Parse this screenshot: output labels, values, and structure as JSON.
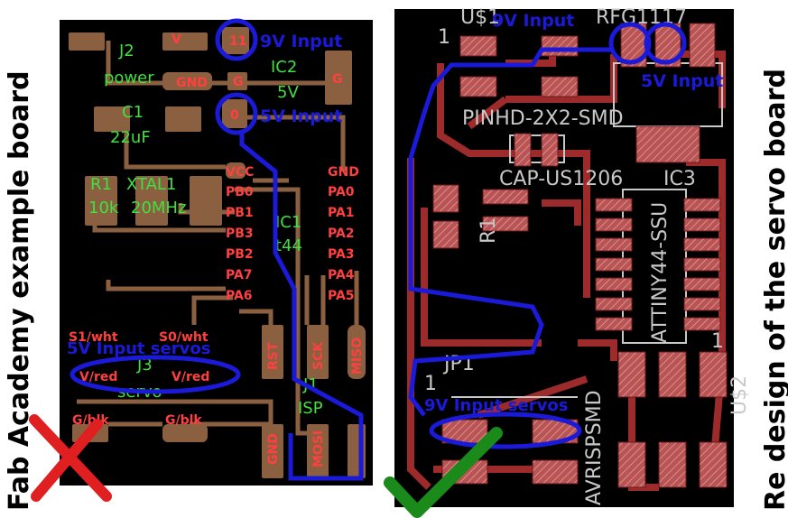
{
  "captions": {
    "left": "Fab Academy example board",
    "right": "Re design of the servo board"
  },
  "left_board": {
    "labels": {
      "j2": "J2",
      "power": "power",
      "gnd": "GND",
      "ic2": "IC2",
      "v5": "5V",
      "c1": "C1",
      "c1_val": "22uF",
      "r1": "R1",
      "xtal1": "XTAL1",
      "r1_val": "10k",
      "xtal_val": "20MHz",
      "ic1": "IC1",
      "ic1_part": "t44",
      "vcc": "VCC",
      "pb0": "PB0",
      "pb1": "PB1",
      "pb3": "PB3",
      "pb2": "PB2",
      "pa7": "PA7",
      "pa6": "PA6",
      "gnd2": "GND",
      "pa0": "PA0",
      "pa1": "PA1",
      "pa2": "PA2",
      "pa3": "PA3",
      "pa4": "PA4",
      "pa5": "PA5",
      "s1": "S1/wht",
      "s0": "S0/wht",
      "j3": "J3",
      "vred1": "V/red",
      "vred2": "V/red",
      "servo": "servo",
      "gblk1": "G/blk",
      "gblk2": "G/blk",
      "j1": "J1",
      "isp": "ISP",
      "rst": "RST",
      "sck": "SCK",
      "miso": "MISO",
      "mosi": "MOSI",
      "gnd3": "GND",
      "v_pad": "V",
      "g_pad1": "G",
      "g_pad2": "G",
      "pad_11": "11",
      "pad_0": "0"
    },
    "annotations": {
      "in9v": "9V Input",
      "in5v": "5V Input",
      "servos5v": "5V Input servos"
    }
  },
  "right_board": {
    "labels": {
      "us1": "U$1",
      "one_a": "1",
      "rfg": "RFG1117",
      "pinhd": "PINHD-2X2-SMD",
      "cap": "CAP-US1206",
      "ic3": "IC3",
      "r1": "R1",
      "attiny": "ATTINY44-SSU",
      "jp1": "JP1",
      "one_b": "1",
      "avrisp": "AVRISPSMD",
      "us2": "U$2",
      "one_c": "1"
    },
    "annotations": {
      "in9v": "9V Input",
      "in5v": "5V Input",
      "servos9v": "9V Input servos"
    }
  },
  "colors": {
    "board_bg": "#000000",
    "trace_left": "#8b6040",
    "trace_right": "#9e2b2b",
    "pad_right": "#b85454",
    "annotation_blue": "#1a1ad8",
    "label_green": "#40e040",
    "pin_label_red": "#ff4040",
    "silkscreen": "#c8c8c8",
    "reject_mark": "#e02020",
    "accept_mark": "#1a8a1a"
  },
  "icons": {
    "reject": "cross-icon",
    "accept": "check-icon"
  }
}
